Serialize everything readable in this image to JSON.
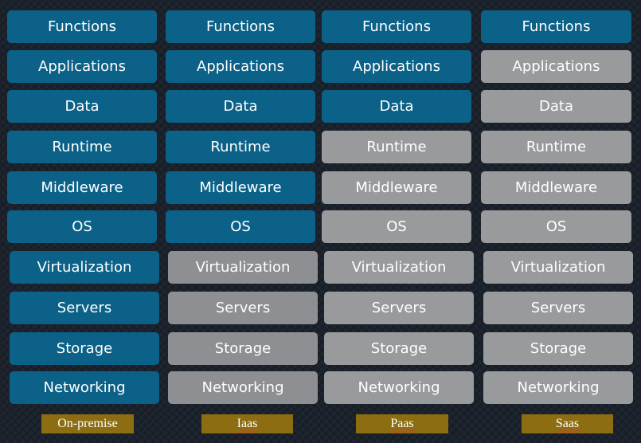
{
  "layers": [
    "Functions",
    "Applications",
    "Data",
    "Runtime",
    "Middleware",
    "OS",
    "Virtualization",
    "Servers",
    "Storage",
    "Networking"
  ],
  "models": [
    {
      "label": "On-premise",
      "managed_count": 10,
      "spell_underline": false
    },
    {
      "label": "Iaas",
      "managed_count": 6,
      "spell_underline": true
    },
    {
      "label": "Paas",
      "managed_count": 3,
      "spell_underline": true
    },
    {
      "label": "Saas",
      "managed_count": 1,
      "spell_underline": true
    }
  ],
  "colors": {
    "managed": "#0b6187",
    "provided": "#999a9c",
    "label_bg": "#8c6d12"
  }
}
